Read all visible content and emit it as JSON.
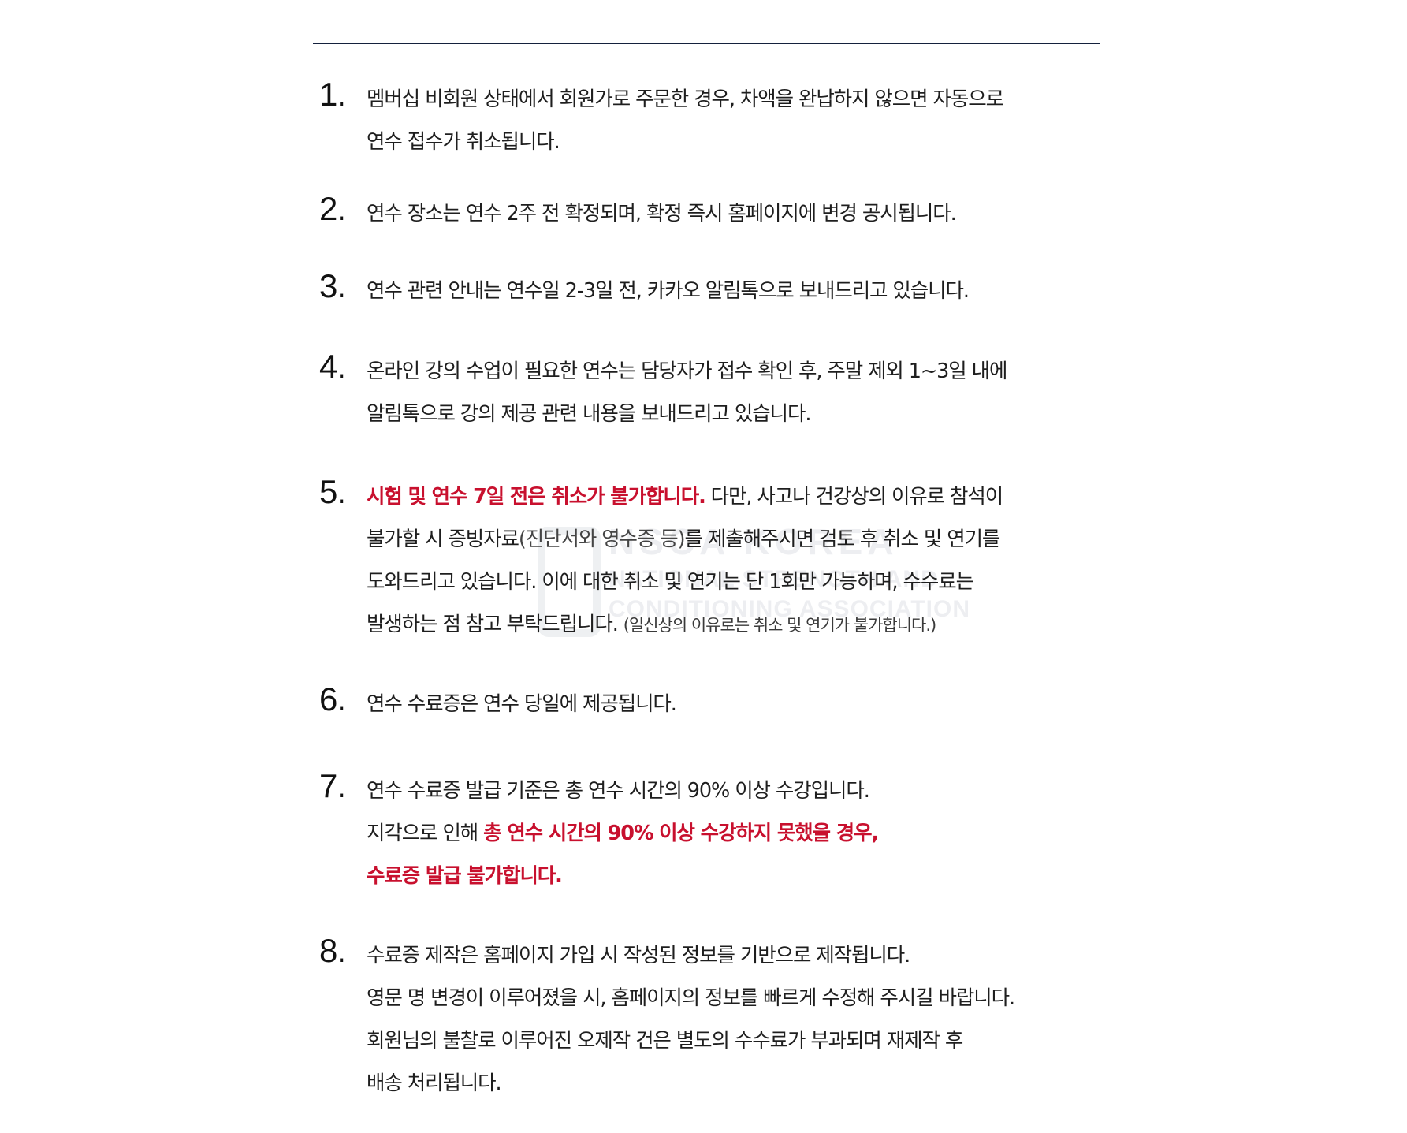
{
  "notice": {
    "items": [
      {
        "number": "1.",
        "lines": [
          [
            {
              "text": "멤버십 비회원 상태에서 회원가로 주문한 경우, 차액을 완납하지 않으면 ",
              "style": "plain"
            },
            {
              "text": "자동으로",
              "style": "highlight"
            }
          ],
          [
            {
              "text": "연수 접수가 취소",
              "style": "highlight"
            },
            {
              "text": "됩니다.",
              "style": "plain"
            }
          ]
        ]
      },
      {
        "number": "2.",
        "lines": [
          [
            {
              "text": "연수 장소는 ",
              "style": "plain"
            },
            {
              "text": "연수 2주 전 확정",
              "style": "highlight"
            },
            {
              "text": "되며, 확정 즉시 홈페이지에 변경 공시됩니다.",
              "style": "plain"
            }
          ]
        ]
      },
      {
        "number": "3.",
        "lines": [
          [
            {
              "text": "연수 관련 안내는 ",
              "style": "plain"
            },
            {
              "text": "연수일 2-3일 전, 카카오 알림톡으로",
              "style": "highlight"
            },
            {
              "text": " 보내드리고 있습니다.",
              "style": "plain"
            }
          ]
        ]
      },
      {
        "number": "4.",
        "lines": [
          [
            {
              "text": "온라인 강의 수업이 필요한 연수는 담당자가 접수 확인 후, ",
              "style": "plain"
            },
            {
              "text": "주말 제외 1~3일 내에",
              "style": "highlight"
            }
          ],
          [
            {
              "text": "알림톡으로 강의 제공 관련 내용을 보내드리고",
              "style": "highlight"
            },
            {
              "text": " 있습니다.",
              "style": "plain"
            }
          ]
        ]
      },
      {
        "number": "5.",
        "lines": [
          [
            {
              "text": "시험 및 연수 7일 전은 취소가 불가합니다.",
              "style": "red-highlight"
            },
            {
              "text": " 다만, 사고나 건강상의 이유로 참석이",
              "style": "plain"
            }
          ],
          [
            {
              "text": "불가할 시 증빙자료",
              "style": "plain"
            },
            {
              "text": "(진단서와 영수증 등)",
              "style": "lighter"
            },
            {
              "text": "를 제출해주시면 검토 후 취소 및 연기를",
              "style": "plain"
            }
          ],
          [
            {
              "text": "도와드리고 있습니다. 이에 대한 취소 및 연기는 단 1회만 가능하며, 수수료는",
              "style": "plain"
            }
          ],
          [
            {
              "text": "발생하는 점 참고 부탁드립니다. ",
              "style": "plain"
            },
            {
              "text": "(일신상의 이유로는 취소 및 연기가 불가합니다.)",
              "style": "small"
            }
          ]
        ]
      },
      {
        "number": "6.",
        "lines": [
          [
            {
              "text": "연수 수료증은 ",
              "style": "plain"
            },
            {
              "text": "연수 당일에 제공됩니다.",
              "style": "highlight"
            }
          ]
        ]
      },
      {
        "number": "7.",
        "lines": [
          [
            {
              "text": "연수 수료증 발급 기준은 총 ",
              "style": "plain"
            },
            {
              "text": "연수 시간의 90% 이상 수강입니다.",
              "style": "highlight"
            }
          ],
          [
            {
              "text": "지각으로 인해 ",
              "style": "plain"
            },
            {
              "text": "총 ",
              "style": "red"
            },
            {
              "text": "연수 시간의 90% 이상 수강하지 못했을 경우,",
              "style": "red-highlight"
            }
          ],
          [
            {
              "text": "수료증 발급 ",
              "style": "red-highlight"
            },
            {
              "text": "불가합니다.",
              "style": "red"
            }
          ]
        ]
      },
      {
        "number": "8.",
        "lines": [
          [
            {
              "text": "수료증 제작은 홈페이지 가입 시 작성된 정보를 기반으로 제작됩니다.",
              "style": "highlight"
            }
          ],
          [
            {
              "text": "영문 명 변경이 이루어졌을 시, 홈페이지의 정보를 빠르게 수정해 주시길 바랍니다.",
              "style": "plain"
            }
          ],
          [
            {
              "text": "회원님의 불찰로 이루어진 오제작 건은 별도의 수수료가 부과되며 재제작 후",
              "style": "plain"
            }
          ],
          [
            {
              "text": "배송 처리됩니다.",
              "style": "plain"
            }
          ]
        ]
      }
    ]
  },
  "watermark": {
    "brand": "NSCA KOREA",
    "line1": "NATIONAL STRENGTH AND",
    "line2": "CONDITIONING ASSOCIATION"
  },
  "colors": {
    "rule": "#14213d",
    "text": "#1e1e1e",
    "emphasis_red": "#c8102e",
    "highlight_yellow": "#f8eaa6"
  }
}
